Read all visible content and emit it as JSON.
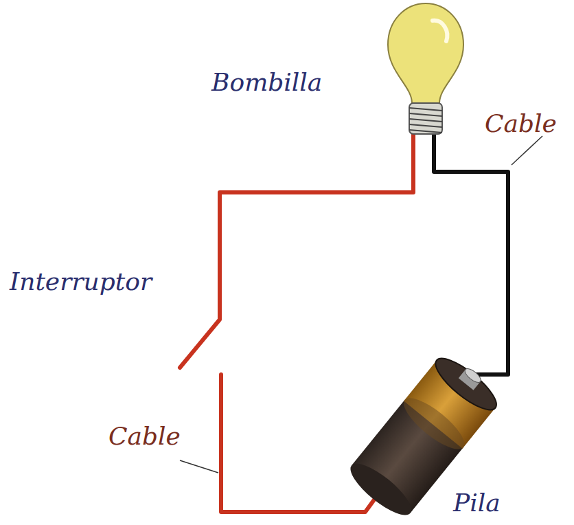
{
  "diagram": {
    "labels": [
      "Bombilla",
      "Cable",
      "Interruptor",
      "Cable",
      "Pila"
    ]
  }
}
